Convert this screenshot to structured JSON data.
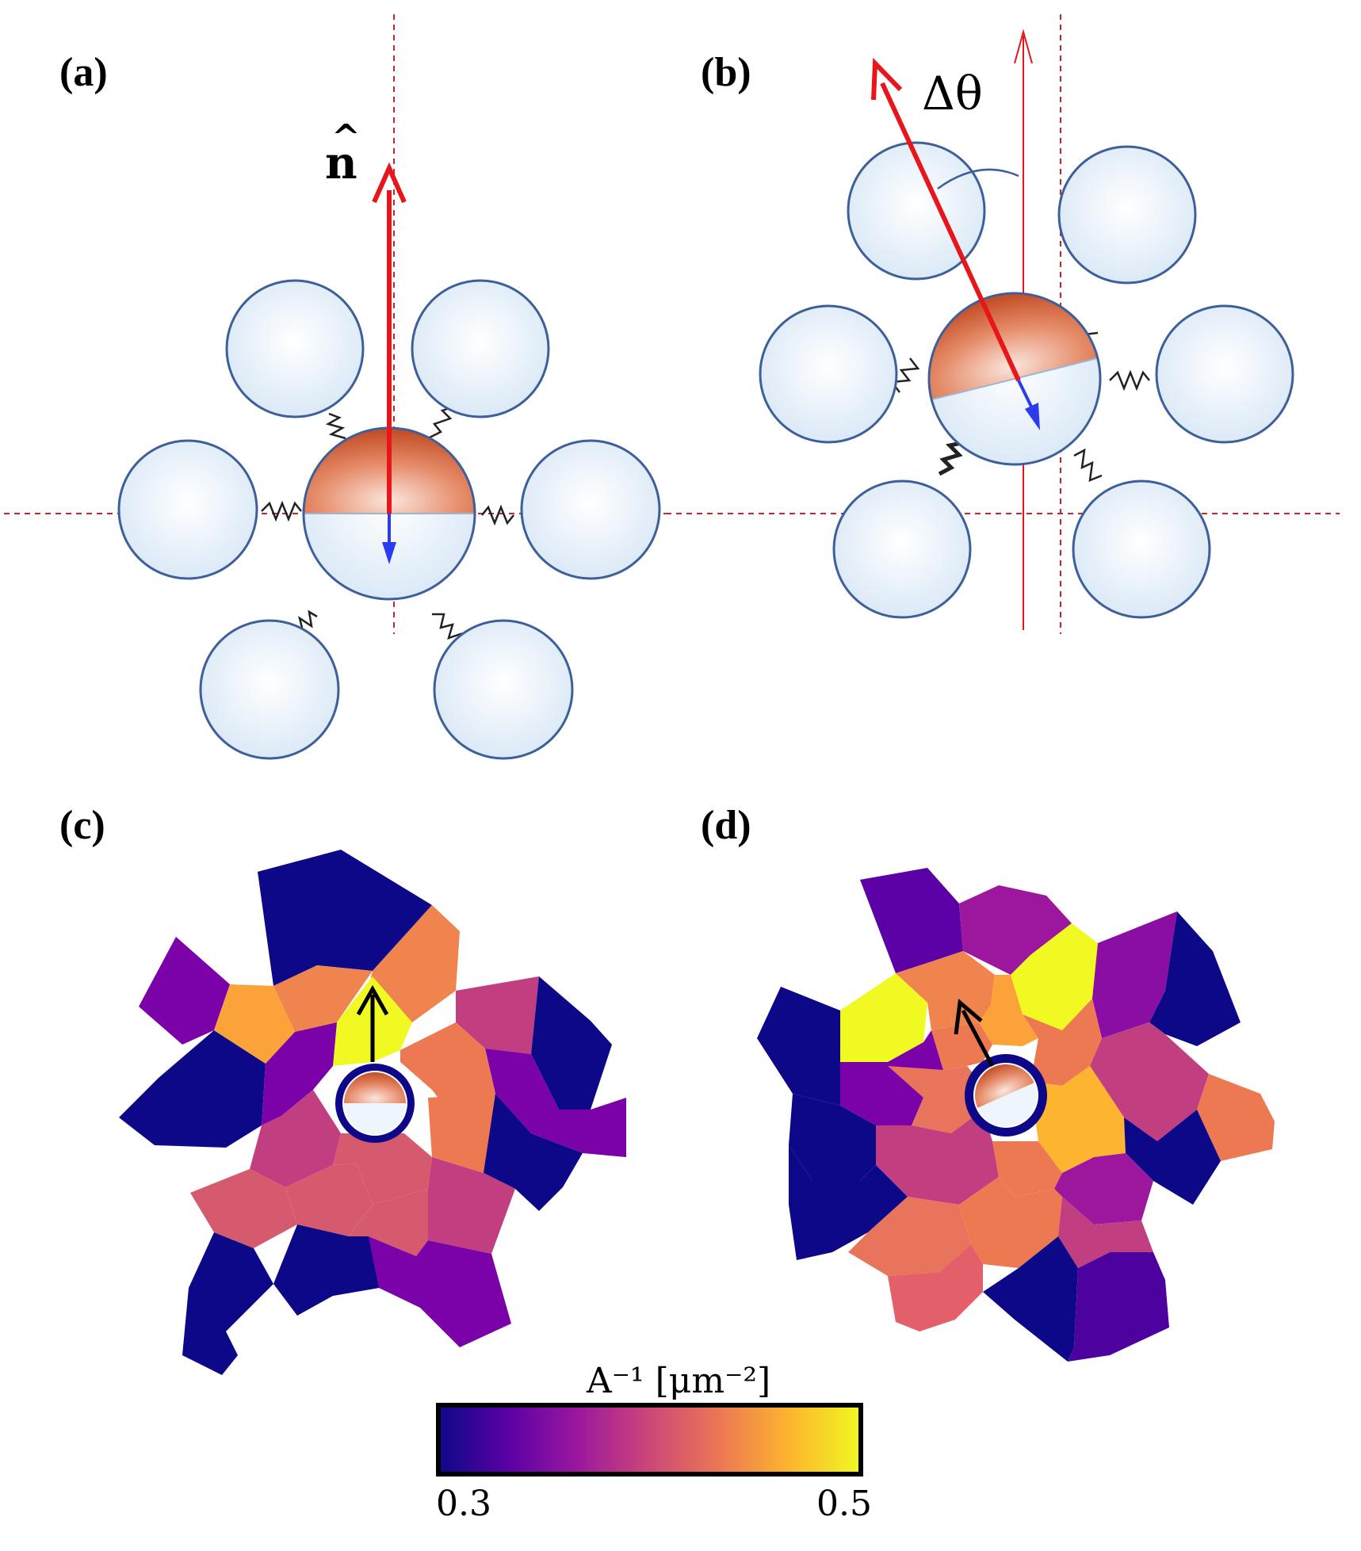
{
  "panels": {
    "a": {
      "label": "(a)",
      "vector_label": "n",
      "vector_hat": "^"
    },
    "b": {
      "label": "(b)",
      "angle_label": "Δθ"
    },
    "c": {
      "label": "(c)"
    },
    "d": {
      "label": "(d)"
    }
  },
  "colorbar": {
    "title": "A⁻¹ [μm⁻²]",
    "min_label": "0.3",
    "max_label": "0.5",
    "colormap": [
      "#0d0887",
      "#5c01a6",
      "#9c179e",
      "#cc4778",
      "#ed7953",
      "#fdb42f",
      "#f0f921"
    ]
  },
  "colors": {
    "director_arrow": "#e8151b",
    "polarity_arrow": "#2b3cf0",
    "reference_line": "#c0282d",
    "particle_edge": "#3d5f9a",
    "particle_fill": "#eef5fc",
    "cap_fill": "#d4603a"
  }
}
